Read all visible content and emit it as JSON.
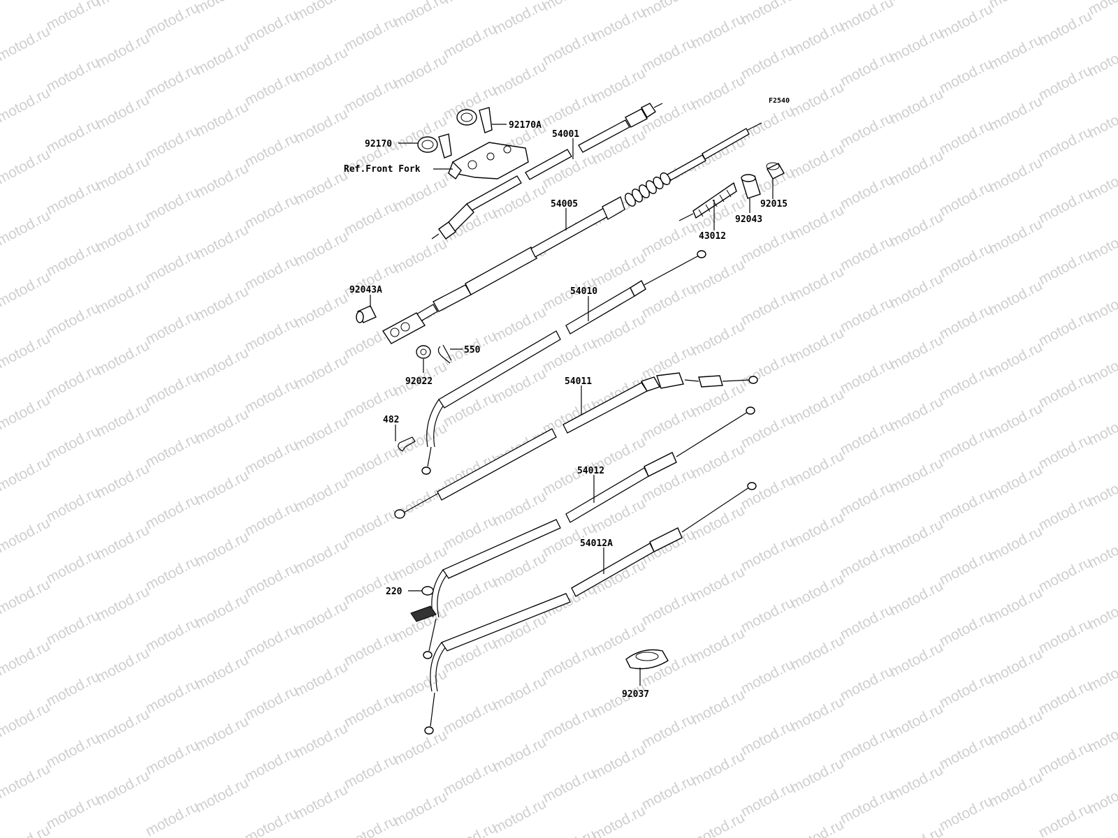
{
  "watermark": "motod.ru",
  "diagram_code": "F2540",
  "labels": {
    "p92170": "92170",
    "p92170A": "92170A",
    "pRefFork": "Ref.Front Fork",
    "p54001": "54001",
    "p54005": "54005",
    "p43012": "43012",
    "p92043": "92043",
    "p92015": "92015",
    "p92043A": "92043A",
    "p54010": "54010",
    "p550": "550",
    "p92022": "92022",
    "p54011": "54011",
    "p482": "482",
    "p54012": "54012",
    "p54012A": "54012A",
    "p220": "220",
    "p92037": "92037"
  }
}
